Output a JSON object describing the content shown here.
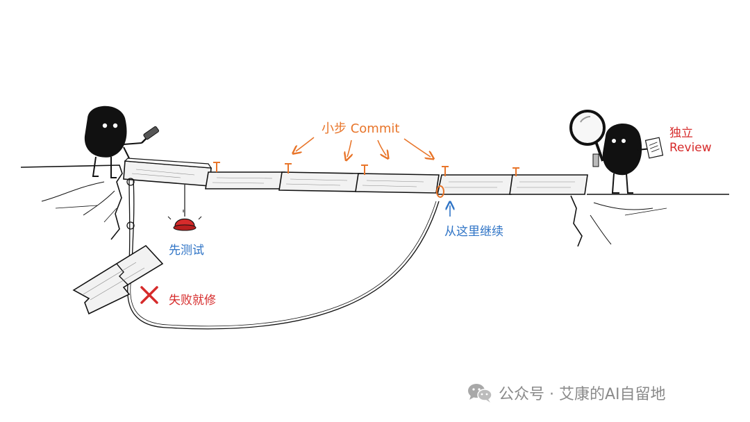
{
  "labels": {
    "small_step_commit": "小步 Commit",
    "independent": "独立",
    "review": "Review",
    "test_first": "先测试",
    "fail_fix": "失败就修",
    "continue_here": "从这里继续"
  },
  "watermark": {
    "text": "公众号 · 艾康的AI自留地",
    "icon": "wechat-icon"
  },
  "colors": {
    "accent_orange": "#e8752a",
    "accent_blue": "#2f74c6",
    "accent_red": "#d62b2b",
    "ink": "#111111"
  }
}
